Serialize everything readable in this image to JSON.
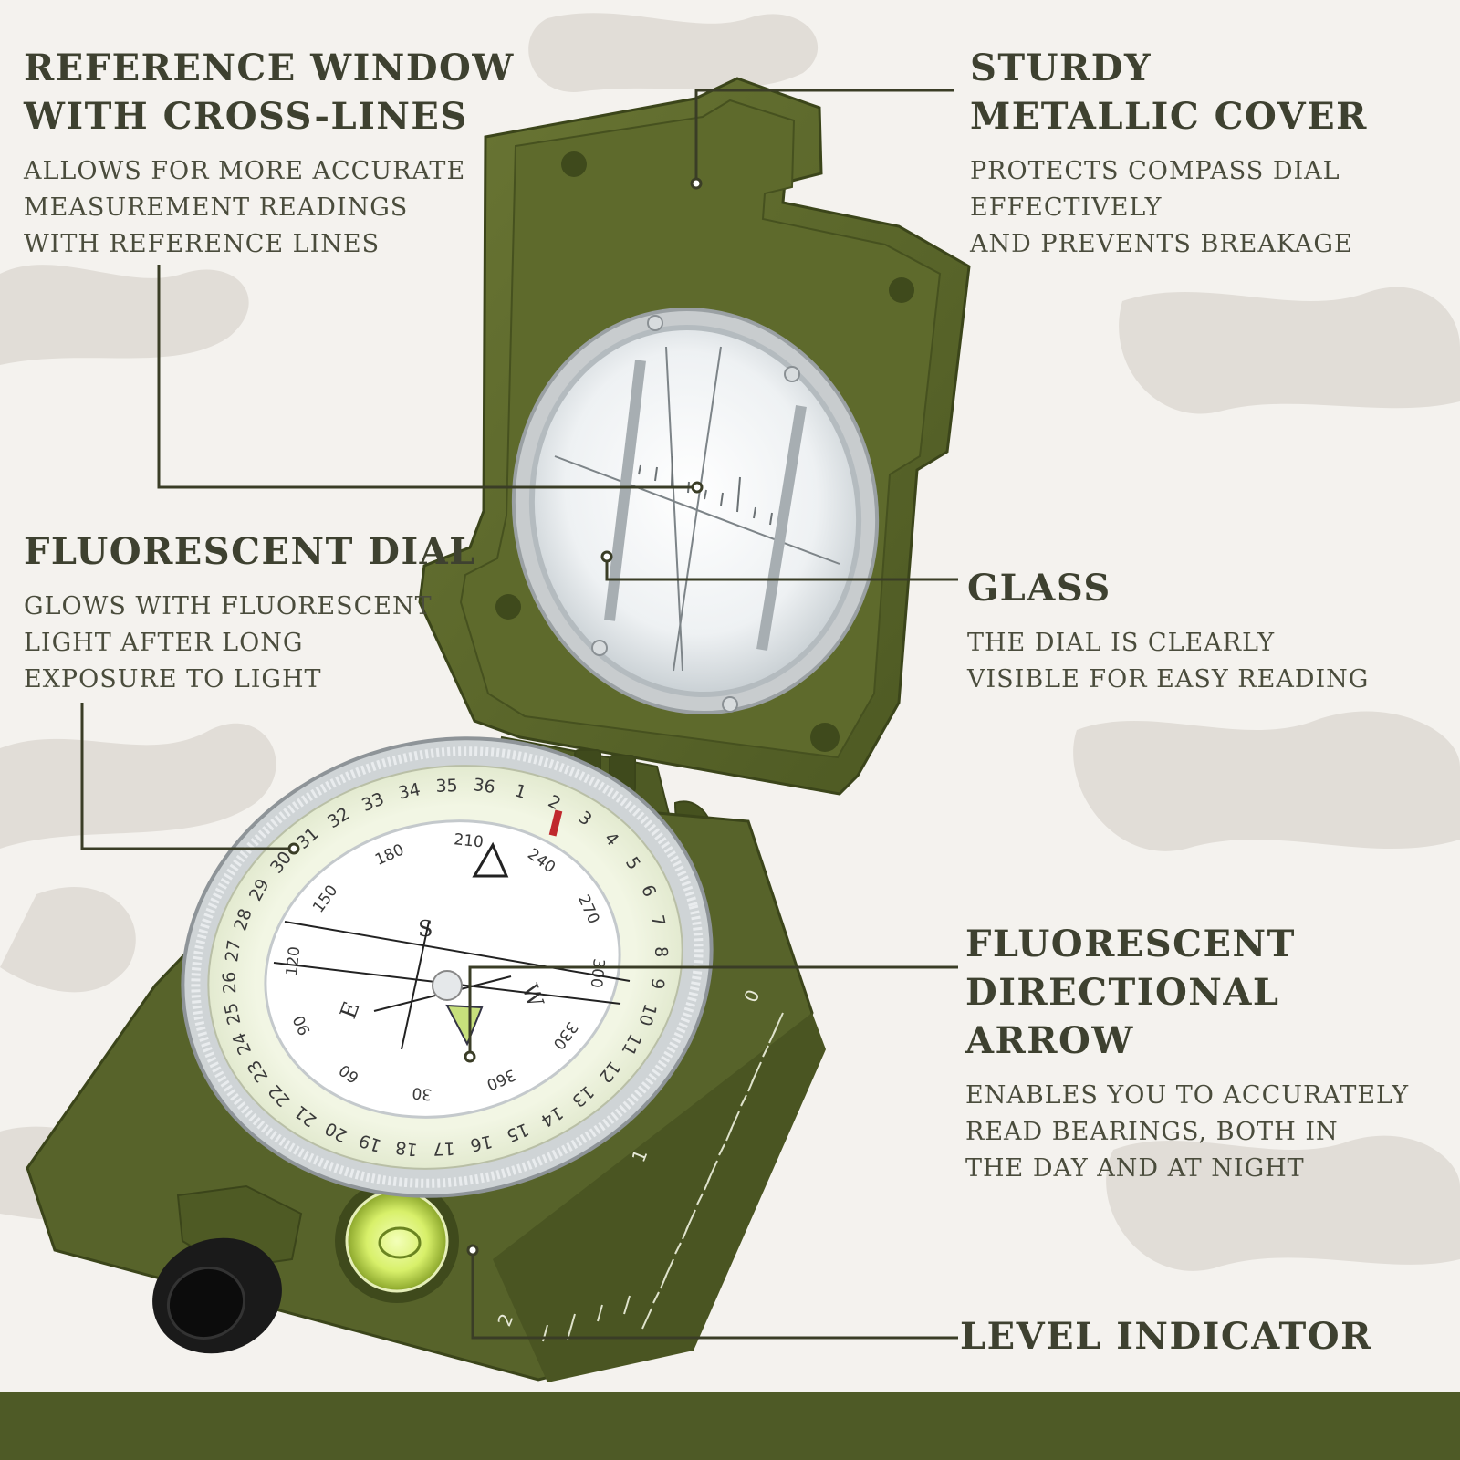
{
  "colors": {
    "background": "#f4f2ee",
    "camo": "#dcd8d2",
    "compass_body": "#55622a",
    "compass_dark": "#3f4a1c",
    "leader_line": "#3a3d26",
    "bottom_band": "#4e5a26"
  },
  "callouts": {
    "reference_window": {
      "title": [
        "REFERENCE WINDOW",
        "WITH CROSS-LINES"
      ],
      "desc": [
        "ALLOWS FOR MORE ACCURATE",
        "MEASUREMENT READINGS",
        "WITH REFERENCE LINES"
      ]
    },
    "metallic_cover": {
      "title": [
        "STURDY",
        "METALLIC COVER"
      ],
      "desc": [
        "PROTECTS COMPASS DIAL",
        "EFFECTIVELY",
        "AND PREVENTS BREAKAGE"
      ]
    },
    "fluorescent_dial": {
      "title": [
        "FLUORESCENT DIAL"
      ],
      "desc": [
        "GLOWS WITH FLUORESCENT",
        "LIGHT AFTER LONG",
        "EXPOSURE TO LIGHT"
      ]
    },
    "glass": {
      "title": [
        "GLASS"
      ],
      "desc": [
        "THE DIAL IS CLEARLY",
        "VISIBLE FOR EASY READING"
      ]
    },
    "directional_arrow": {
      "title": [
        "FLUORESCENT",
        "DIRECTIONAL ARROW"
      ],
      "desc": [
        "ENABLES YOU TO ACCURATELY",
        "READ BEARINGS, BOTH IN",
        "THE DAY AND AT NIGHT"
      ]
    },
    "level_indicator": {
      "title": [
        "LEVEL INDICATOR"
      ],
      "desc": []
    }
  },
  "compass": {
    "outer_ring_labels": [
      "31",
      "32",
      "33",
      "34",
      "35",
      "36",
      "1",
      "2",
      "3",
      "4",
      "5",
      "6",
      "7",
      "8",
      "9",
      "10",
      "11",
      "12",
      "13",
      "14",
      "15",
      "16",
      "17",
      "18",
      "19",
      "20",
      "21",
      "22",
      "23",
      "24",
      "25",
      "26",
      "27",
      "28",
      "29",
      "30"
    ],
    "inner_dial_labels": [
      "360",
      "30",
      "60",
      "90",
      "120",
      "150",
      "180",
      "210",
      "240",
      "270",
      "300",
      "330"
    ],
    "cardinals": [
      "S",
      "E",
      "W"
    ],
    "ruler_labels": [
      "0",
      "1",
      "2"
    ]
  }
}
